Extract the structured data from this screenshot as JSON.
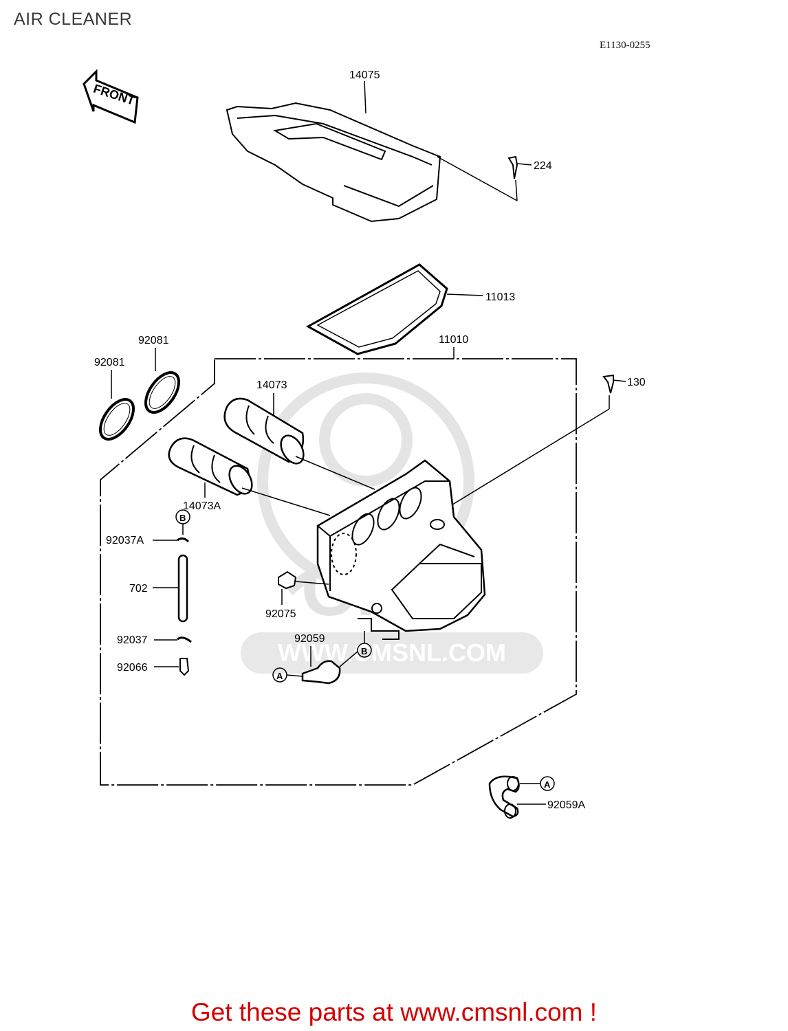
{
  "page": {
    "title": "AIR CLEANER",
    "diagram_code": "E1130-0255",
    "footer": "Get these parts at www.cmsnl.com !"
  },
  "front_arrow": {
    "text": "FRONT"
  },
  "watermark": {
    "logo": "CMS",
    "url": "WWW.CMSNL.COM"
  },
  "parts": {
    "p14075": "14075",
    "p224": "224",
    "p11013": "11013",
    "p11010": "11010",
    "p92081_a": "92081",
    "p92081_b": "92081",
    "p14073": "14073",
    "p130": "130",
    "p14073A": "14073A",
    "p92037A": "92037A",
    "p702": "702",
    "p92075": "92075",
    "p92059": "92059",
    "p92037": "92037",
    "p92066": "92066",
    "p92059A": "92059A"
  },
  "callouts": {
    "a": "A",
    "b": "B"
  }
}
